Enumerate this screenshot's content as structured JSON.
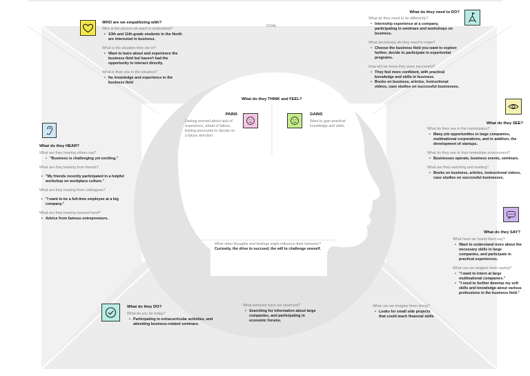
{
  "goal": "GOAL",
  "who": {
    "title": "WHO are we empathizing with?",
    "q1": "Who is the person we want to understand?",
    "a1": "10th and 11th-grade students in the North are interested in business.",
    "q2": "What is the situation they are in?",
    "a2": "Want to learn about and experience the business field but haven't had the opportunity to interact directly.",
    "q3": "What is their role in the situation?",
    "a3": "No knowledge and experience in the business field"
  },
  "need": {
    "title": "What do they need to DO?",
    "q1": "What do they need to do differently?",
    "a1": "Internship experience at a company, participating in seminars and workshops on business.",
    "q2": "What decision(s) do they need to make?",
    "a2": "Choose the business field you want to explore further, decide to participate in experiential programs.",
    "q3": "How will we know they were successful?",
    "a3a": "They feel more confident, with practical knowledge and skills in business.",
    "a3b": "Books on business, articles, instructional videos, case studies on successful businesses."
  },
  "think": {
    "title": "What do they THINK and FEEL?",
    "pains_label": "PAINS",
    "pains_text": "Feeling worried about lack of experience, afraid of failure, feeling pressured to decide on a future direction.",
    "gains_label": "GAINS",
    "gains_text": "Want to gain practical knowledge and skills.",
    "other_q": "What other thoughts and feelings might influence their behavior?",
    "other_a": "Curiosity, the drive to succeed, the will to challenge oneself."
  },
  "see": {
    "title": "What do they SEE?",
    "q1": "What do they see in the marketplace?",
    "a1": "Many job opportunities in large companies, multinational corporations, and in addition, the development of startups.",
    "q2": "What do they see in their immediate environment?",
    "a2": "Businesses operate, business events, seminars.",
    "q3": "What are they watching and reading?",
    "a3": "Books on business, articles, instructional videos, case studies on successful businesses."
  },
  "hear": {
    "title": "What do they HEAR?",
    "q1": "What are they hearing others say?",
    "a1": "\"Business is challenging yet exciting.\"",
    "q2": "What are they hearing from friends?",
    "a2": "\"My friends recently participated in a helpful workshop on workplace culture.\"",
    "q3": "What are they hearing from colleagues?",
    "a3": "\"I want to be a full-time employee at a big company.\"",
    "q4": "What are they hearing second-hand?",
    "a4": "Advice from famous entrepreneurs."
  },
  "say": {
    "title": "What do they SAY?",
    "q1": "What have we heard them say?",
    "a1": "Want to understand more about the necessary skills in large companies, and participate in practical experiences.",
    "q2": "What can we imagine them saying?",
    "a2a": "\"I want to intern at large multinational companies.\"",
    "a2b": "\"I need to further develop my soft skills and knowledge about various professions in the business field.\""
  },
  "do": {
    "title": "What do they DO?",
    "q1": "What do you do today?",
    "a1": "Participating in extracurricular activities, and attending business-related seminars.",
    "q2": "What behavior have we observed?",
    "a2": "Searching for information about large companies, and participating in economic forums.",
    "q3": "What can we imagine them doing?",
    "a3": "Looks for small side projects that could teach financial skills"
  },
  "icons": {
    "who": "heart-icon",
    "need": "person-goal-icon",
    "see": "eye-icon",
    "hear": "ear-icon",
    "say": "speech-bubble-icon",
    "do": "checkmark-icon",
    "pains": "sad-face-icon",
    "gains": "happy-face-icon"
  },
  "colors": {
    "yellow": "#f4e84a",
    "teal": "#b7ece4",
    "light_yellow": "#f6f2b0",
    "light_purple": "#e6d6f7",
    "purple": "#cdb4ef",
    "light_blue": "#cfe8f7",
    "pink": "#f4c6e3",
    "green": "#c6ec8a",
    "background_gray": "#e6e6e6"
  }
}
